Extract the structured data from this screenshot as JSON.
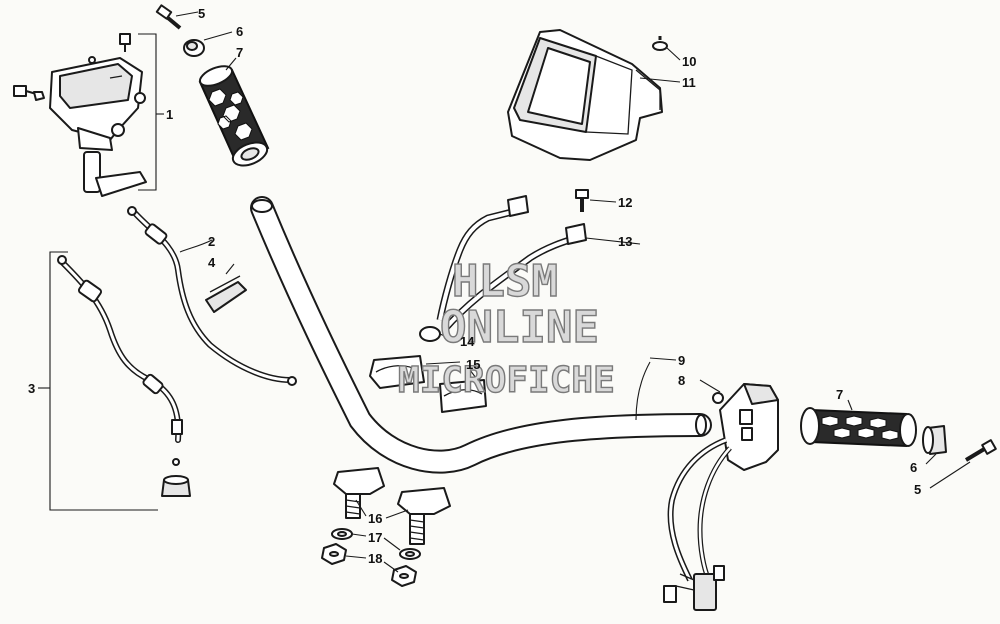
{
  "callouts": [
    {
      "id": "c1",
      "text": "1"
    },
    {
      "id": "c2",
      "text": "2"
    },
    {
      "id": "c3",
      "text": "3"
    },
    {
      "id": "c4",
      "text": "4"
    },
    {
      "id": "c5a",
      "text": "5"
    },
    {
      "id": "c5b",
      "text": "5"
    },
    {
      "id": "c6a",
      "text": "6"
    },
    {
      "id": "c6b",
      "text": "6"
    },
    {
      "id": "c7a",
      "text": "7"
    },
    {
      "id": "c7b",
      "text": "7"
    },
    {
      "id": "c8",
      "text": "8"
    },
    {
      "id": "c9",
      "text": "9"
    },
    {
      "id": "c10",
      "text": "10"
    },
    {
      "id": "c11",
      "text": "11"
    },
    {
      "id": "c12",
      "text": "12"
    },
    {
      "id": "c13",
      "text": "13"
    },
    {
      "id": "c14",
      "text": "14"
    },
    {
      "id": "c15",
      "text": "15"
    },
    {
      "id": "c16",
      "text": "16"
    },
    {
      "id": "c17",
      "text": "17"
    },
    {
      "id": "c18",
      "text": "18"
    }
  ],
  "watermark": {
    "line1": "HLSM",
    "line2": "ONLINE",
    "line3": "MICROFICHE"
  }
}
